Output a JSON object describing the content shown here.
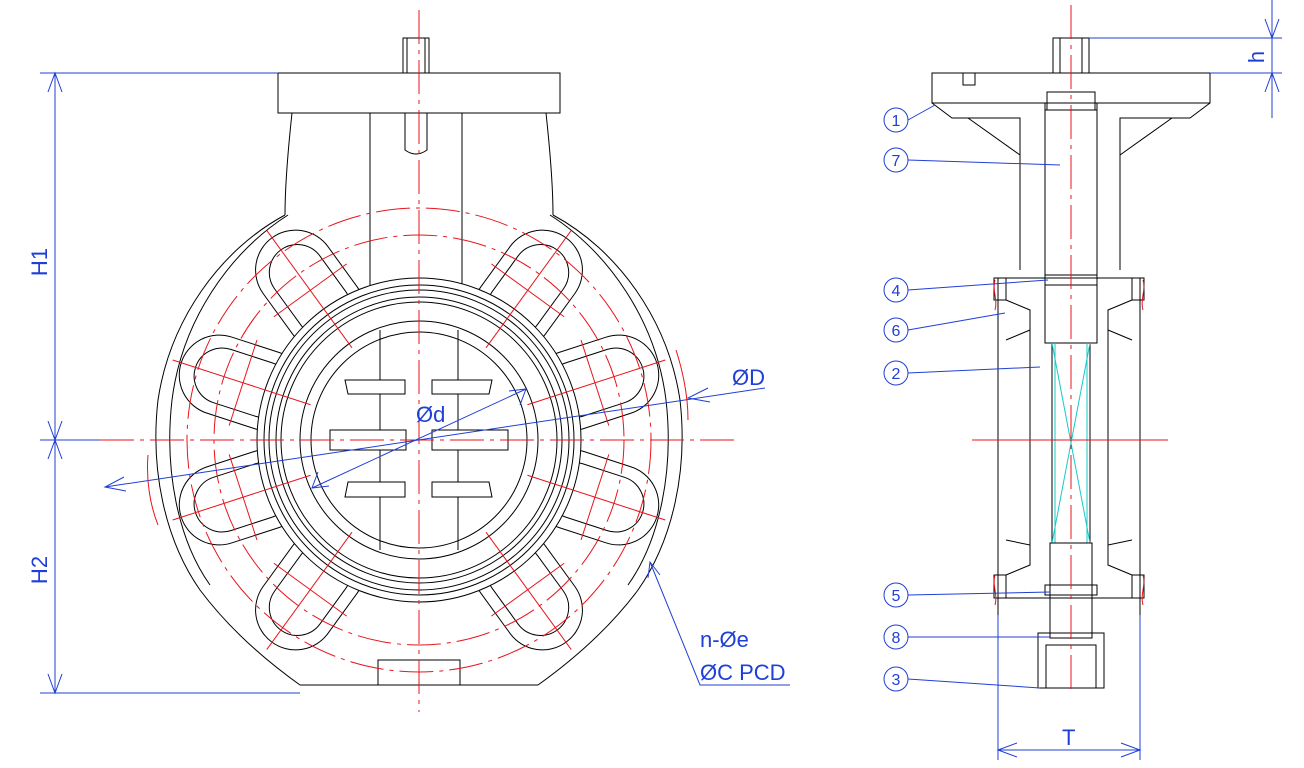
{
  "front_view": {
    "dims": {
      "H1": "H1",
      "H2": "H2",
      "phi_D": "ØD",
      "phi_d": "Ød",
      "bolt_holes": "n-Øe",
      "pcd": "ØC PCD"
    }
  },
  "side_view": {
    "dims": {
      "h": "h",
      "T": "T"
    },
    "part_numbers": [
      "1",
      "7",
      "4",
      "6",
      "2",
      "5",
      "8",
      "3"
    ]
  },
  "colors": {
    "outline": "#000000",
    "centerline": "#e8141b",
    "dimension": "#1f3fd6",
    "disc": "#17c9c9"
  }
}
